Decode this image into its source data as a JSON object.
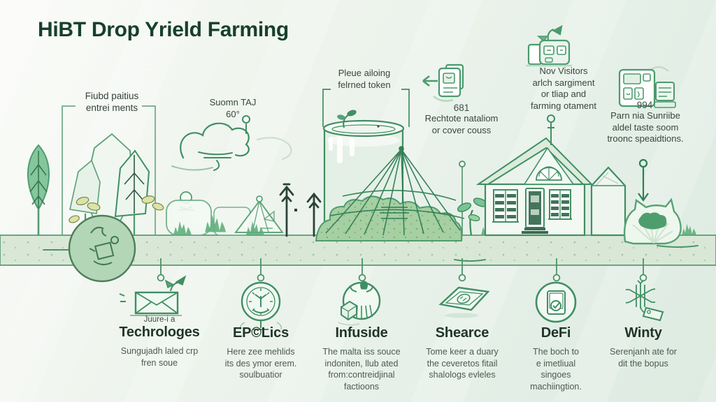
{
  "title": "HiBT Drop Yrield Farming",
  "colors": {
    "accent": "#3f8f62",
    "ink": "#17402c",
    "ground": "#d9e8d6"
  },
  "callouts": {
    "field": {
      "text": "Fiubd paitius\nentrei ments"
    },
    "cloud": {
      "text": "Suomn TAJ\n60°"
    },
    "silo": {
      "text": "Pleue ailoing\nfelrned token"
    },
    "docs": {
      "number": "681",
      "text": "Rechtote nataliom\nor cover couss",
      "icon": "document-arrow-icon"
    },
    "visitors": {
      "text": "Nov Visitors\narlch sargiment\nor tliap and\nfarming otament",
      "icon": "farm-stand-icon"
    },
    "machine": {
      "number": "994",
      "text": "Parn nia Sunriibe\naldel taste soom\ntroonc speaidtions.",
      "icon": "calculator-machine-icon"
    }
  },
  "columns": [
    {
      "icon": "envelope-plant-icon",
      "small": "Juure-i a",
      "heading": "Techrologes",
      "body": "Sungujadh laled crp\nfren soue"
    },
    {
      "icon": "clock-plant-icon",
      "heading": "EP©Lics",
      "body": "Here zee mehlids\nits des ymor erem.\nsoulbuatior"
    },
    {
      "icon": "sprout-head-icon",
      "heading": "Infuside",
      "body": "The malta iss souce\nindoniten, llub ated\nfrom:contreidjinal\nfactioons"
    },
    {
      "icon": "banknote-icon",
      "heading": "Shearce",
      "body": "Tome keer a duary\nthe ceveretos fitail\nshalologs evleles"
    },
    {
      "icon": "tablet-check-icon",
      "heading": "DeFi",
      "body": "The boch to\ne imetliual\nsingoes\nmachiingtion."
    },
    {
      "icon": "snowflake-tag-icon",
      "heading": "Winty",
      "body": "Serenjanh ate for\ndit the bopus"
    }
  ],
  "scene": {
    "elements": [
      "leaf-tree",
      "field-enclosure",
      "seed-coin-badge",
      "cloud-sketch",
      "greenhouse-tunnels",
      "tent",
      "power-poles",
      "water-silo",
      "net-dome",
      "bushes",
      "sprout",
      "farm-house",
      "shed",
      "cabbage-cat-plant",
      "ground-strip"
    ]
  }
}
